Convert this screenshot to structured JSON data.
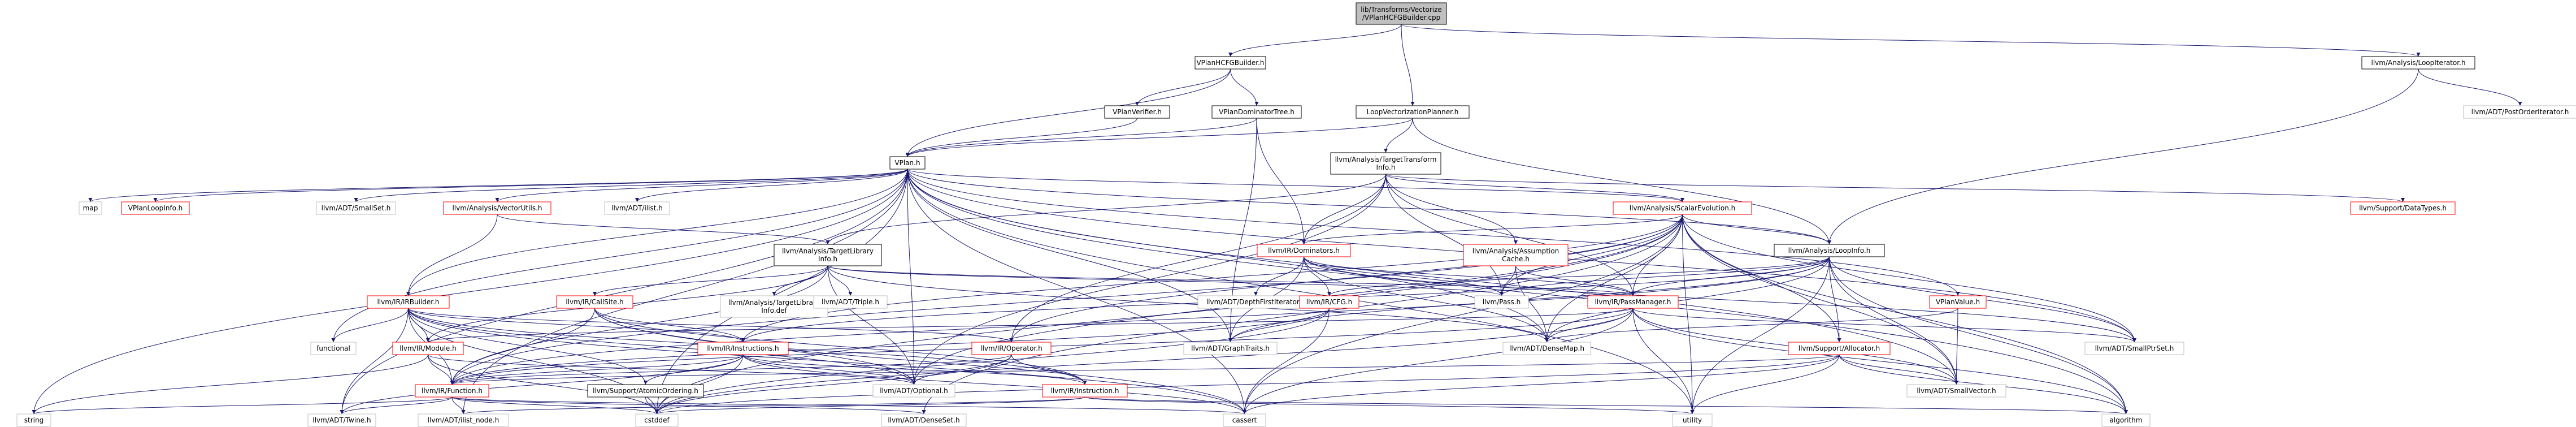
{
  "colors": {
    "edge": "#191970",
    "root_fill": "#bfbfbf",
    "node_border": "#000000",
    "link_border": "#ff0000",
    "plain_border": "#bfbfbf",
    "text": "#000000"
  },
  "nodes": [
    {
      "id": "root",
      "lines": [
        "lib/Transforms/Vectorize",
        "/VPlanHCFGBuilder.cpp"
      ],
      "kind": "root"
    },
    {
      "id": "vplanhcfgbuilder_h",
      "lines": [
        "VPlanHCFGBuilder.h"
      ],
      "kind": "normal"
    },
    {
      "id": "loopvect_h",
      "lines": [
        "LoopVectorizationPlanner.h"
      ],
      "kind": "normal"
    },
    {
      "id": "loopiterator_h",
      "lines": [
        "llvm/Analysis/LoopIterator.h"
      ],
      "kind": "normal"
    },
    {
      "id": "vplanverifier_h",
      "lines": [
        "VPlanVerifier.h"
      ],
      "kind": "normal"
    },
    {
      "id": "vplandomtree_h",
      "lines": [
        "VPlanDominatorTree.h"
      ],
      "kind": "normal"
    },
    {
      "id": "postorder_h",
      "lines": [
        "llvm/ADT/PostOrderIterator.h"
      ],
      "kind": "plain"
    },
    {
      "id": "vplan_h",
      "lines": [
        "VPlan.h"
      ],
      "kind": "normal"
    },
    {
      "id": "tti_h",
      "lines": [
        "llvm/Analysis/TargetTransform",
        "Info.h"
      ],
      "kind": "normal"
    },
    {
      "id": "map",
      "lines": [
        "map"
      ],
      "kind": "plain"
    },
    {
      "id": "vplanloopinfo_h",
      "lines": [
        "VPlanLoopInfo.h"
      ],
      "kind": "link"
    },
    {
      "id": "smallset_h",
      "lines": [
        "llvm/ADT/SmallSet.h"
      ],
      "kind": "plain"
    },
    {
      "id": "vectorutils_h",
      "lines": [
        "llvm/Analysis/VectorUtils.h"
      ],
      "kind": "link"
    },
    {
      "id": "ilist_h",
      "lines": [
        "llvm/ADT/ilist.h"
      ],
      "kind": "plain"
    },
    {
      "id": "scev_h",
      "lines": [
        "llvm/Analysis/ScalarEvolution.h"
      ],
      "kind": "link"
    },
    {
      "id": "datatypes_h",
      "lines": [
        "llvm/Support/DataTypes.h"
      ],
      "kind": "link"
    },
    {
      "id": "targetlibinfo_h",
      "lines": [
        "llvm/Analysis/TargetLibrary",
        "Info.h"
      ],
      "kind": "normal"
    },
    {
      "id": "dominators_h",
      "lines": [
        "llvm/IR/Dominators.h"
      ],
      "kind": "link"
    },
    {
      "id": "assumptioncache_h",
      "lines": [
        "llvm/Analysis/Assumption",
        "Cache.h"
      ],
      "kind": "link"
    },
    {
      "id": "loopinfo_h",
      "lines": [
        "llvm/Analysis/LoopInfo.h"
      ],
      "kind": "normal"
    },
    {
      "id": "irbuilder_h",
      "lines": [
        "llvm/IR/IRBuilder.h"
      ],
      "kind": "link"
    },
    {
      "id": "callsite_h",
      "lines": [
        "llvm/IR/CallSite.h"
      ],
      "kind": "link"
    },
    {
      "id": "tlinfo_def",
      "lines": [
        "llvm/Analysis/TargetLibrary",
        "Info.def"
      ],
      "kind": "plain"
    },
    {
      "id": "triple_h",
      "lines": [
        "llvm/ADT/Triple.h"
      ],
      "kind": "plain"
    },
    {
      "id": "dfiterator_h",
      "lines": [
        "llvm/ADT/DepthFirstIterator.h"
      ],
      "kind": "plain"
    },
    {
      "id": "cfg_h",
      "lines": [
        "llvm/IR/CFG.h"
      ],
      "kind": "link"
    },
    {
      "id": "pass_h",
      "lines": [
        "llvm/Pass.h"
      ],
      "kind": "plain"
    },
    {
      "id": "passmanager_h",
      "lines": [
        "llvm/IR/PassManager.h"
      ],
      "kind": "link"
    },
    {
      "id": "vplanvalue_h",
      "lines": [
        "VPlanValue.h"
      ],
      "kind": "link"
    },
    {
      "id": "functional",
      "lines": [
        "functional"
      ],
      "kind": "plain"
    },
    {
      "id": "module_h",
      "lines": [
        "llvm/IR/Module.h"
      ],
      "kind": "link"
    },
    {
      "id": "instructions_h",
      "lines": [
        "llvm/IR/Instructions.h"
      ],
      "kind": "link"
    },
    {
      "id": "operator_h",
      "lines": [
        "llvm/IR/Operator.h"
      ],
      "kind": "link"
    },
    {
      "id": "graphtraits_h",
      "lines": [
        "llvm/ADT/GraphTraits.h"
      ],
      "kind": "plain"
    },
    {
      "id": "densemap_h",
      "lines": [
        "llvm/ADT/DenseMap.h"
      ],
      "kind": "plain"
    },
    {
      "id": "smallptrset_h",
      "lines": [
        "llvm/ADT/SmallPtrSet.h"
      ],
      "kind": "plain"
    },
    {
      "id": "allocator_h",
      "lines": [
        "llvm/Support/Allocator.h"
      ],
      "kind": "link"
    },
    {
      "id": "function_h",
      "lines": [
        "llvm/IR/Function.h"
      ],
      "kind": "link"
    },
    {
      "id": "atomicordering_h",
      "lines": [
        "llvm/Support/AtomicOrdering.h"
      ],
      "kind": "normal"
    },
    {
      "id": "optional_h",
      "lines": [
        "llvm/ADT/Optional.h"
      ],
      "kind": "plain"
    },
    {
      "id": "instruction_h",
      "lines": [
        "llvm/IR/Instruction.h"
      ],
      "kind": "link"
    },
    {
      "id": "smallvector_h",
      "lines": [
        "llvm/ADT/SmallVector.h"
      ],
      "kind": "plain"
    },
    {
      "id": "string",
      "lines": [
        "string"
      ],
      "kind": "plain"
    },
    {
      "id": "twine_h",
      "lines": [
        "llvm/ADT/Twine.h"
      ],
      "kind": "plain"
    },
    {
      "id": "ilist_node_h",
      "lines": [
        "llvm/ADT/ilist_node.h"
      ],
      "kind": "plain"
    },
    {
      "id": "cstddef",
      "lines": [
        "cstddef"
      ],
      "kind": "plain"
    },
    {
      "id": "denseset_h",
      "lines": [
        "llvm/ADT/DenseSet.h"
      ],
      "kind": "plain"
    },
    {
      "id": "cassert",
      "lines": [
        "cassert"
      ],
      "kind": "plain"
    },
    {
      "id": "utility",
      "lines": [
        "utility"
      ],
      "kind": "plain"
    },
    {
      "id": "algorithm",
      "lines": [
        "algorithm"
      ],
      "kind": "plain"
    }
  ],
  "edges": [
    [
      "root",
      "vplanhcfgbuilder_h"
    ],
    [
      "root",
      "loopvect_h"
    ],
    [
      "root",
      "loopiterator_h"
    ],
    [
      "vplanhcfgbuilder_h",
      "vplanverifier_h"
    ],
    [
      "vplanhcfgbuilder_h",
      "vplandomtree_h"
    ],
    [
      "vplanhcfgbuilder_h",
      "vplan_h"
    ],
    [
      "loopvect_h",
      "vplan_h"
    ],
    [
      "loopvect_h",
      "tti_h"
    ],
    [
      "loopvect_h",
      "loopinfo_h"
    ],
    [
      "loopiterator_h",
      "postorder_h"
    ],
    [
      "loopiterator_h",
      "loopinfo_h"
    ],
    [
      "vplanverifier_h",
      "vplan_h"
    ],
    [
      "vplandomtree_h",
      "vplan_h"
    ],
    [
      "vplandomtree_h",
      "dominators_h"
    ],
    [
      "vplandomtree_h",
      "graphtraits_h"
    ],
    [
      "vplan_h",
      "map"
    ],
    [
      "vplan_h",
      "vplanloopinfo_h"
    ],
    [
      "vplan_h",
      "smallset_h"
    ],
    [
      "vplan_h",
      "vectorutils_h"
    ],
    [
      "vplan_h",
      "ilist_h"
    ],
    [
      "vplan_h",
      "scev_h"
    ],
    [
      "vplan_h",
      "irbuilder_h"
    ],
    [
      "vplan_h",
      "vplanvalue_h"
    ],
    [
      "vplan_h",
      "functional"
    ],
    [
      "vplan_h",
      "string"
    ],
    [
      "vplan_h",
      "twine_h"
    ],
    [
      "vplan_h",
      "cstddef"
    ],
    [
      "vplan_h",
      "densemap_h"
    ],
    [
      "vplan_h",
      "graphtraits_h"
    ],
    [
      "vplan_h",
      "optional_h"
    ],
    [
      "vplan_h",
      "smallptrset_h"
    ],
    [
      "vplan_h",
      "smallvector_h"
    ],
    [
      "vplan_h",
      "cassert"
    ],
    [
      "vplan_h",
      "utility"
    ],
    [
      "vplan_h",
      "algorithm"
    ],
    [
      "vplan_h",
      "loopinfo_h"
    ],
    [
      "vplan_h",
      "ilist_node_h"
    ],
    [
      "tti_h",
      "datatypes_h"
    ],
    [
      "tti_h",
      "optional_h"
    ],
    [
      "tti_h",
      "pass_h"
    ],
    [
      "tti_h",
      "passmanager_h"
    ],
    [
      "tti_h",
      "operator_h"
    ],
    [
      "tti_h",
      "assumptioncache_h"
    ],
    [
      "tti_h",
      "dominators_h"
    ],
    [
      "tti_h",
      "scev_h"
    ],
    [
      "tti_h",
      "targetlibinfo_h"
    ],
    [
      "vectorutils_h",
      "irbuilder_h"
    ],
    [
      "vectorutils_h",
      "targetlibinfo_h"
    ],
    [
      "scev_h",
      "loopinfo_h"
    ],
    [
      "scev_h",
      "dominators_h"
    ],
    [
      "scev_h",
      "pass_h"
    ],
    [
      "scev_h",
      "passmanager_h"
    ],
    [
      "scev_h",
      "operator_h"
    ],
    [
      "scev_h",
      "function_h"
    ],
    [
      "scev_h",
      "densemap_h"
    ],
    [
      "scev_h",
      "smallptrset_h"
    ],
    [
      "scev_h",
      "smallvector_h"
    ],
    [
      "scev_h",
      "allocator_h"
    ],
    [
      "scev_h",
      "instructions_h"
    ],
    [
      "scev_h",
      "optional_h"
    ],
    [
      "scev_h",
      "denseset_h"
    ],
    [
      "scev_h",
      "cassert"
    ],
    [
      "scev_h",
      "utility"
    ],
    [
      "scev_h",
      "algorithm"
    ],
    [
      "scev_h",
      "cstddef"
    ],
    [
      "targetlibinfo_h",
      "tlinfo_def"
    ],
    [
      "targetlibinfo_h",
      "triple_h"
    ],
    [
      "targetlibinfo_h",
      "callsite_h"
    ],
    [
      "targetlibinfo_h",
      "module_h"
    ],
    [
      "targetlibinfo_h",
      "function_h"
    ],
    [
      "targetlibinfo_h",
      "optional_h"
    ],
    [
      "targetlibinfo_h",
      "densemap_h"
    ],
    [
      "targetlibinfo_h",
      "pass_h"
    ],
    [
      "targetlibinfo_h",
      "passmanager_h"
    ],
    [
      "dominators_h",
      "cfg_h"
    ],
    [
      "dominators_h",
      "dfiterator_h"
    ],
    [
      "dominators_h",
      "graphtraits_h"
    ],
    [
      "dominators_h",
      "pass_h"
    ],
    [
      "dominators_h",
      "passmanager_h"
    ],
    [
      "dominators_h",
      "smallptrset_h"
    ],
    [
      "dominators_h",
      "densemap_h"
    ],
    [
      "assumptioncache_h",
      "pass_h"
    ],
    [
      "assumptioncache_h",
      "passmanager_h"
    ],
    [
      "assumptioncache_h",
      "densemap_h"
    ],
    [
      "loopinfo_h",
      "cfg_h"
    ],
    [
      "loopinfo_h",
      "pass_h"
    ],
    [
      "loopinfo_h",
      "passmanager_h"
    ],
    [
      "loopinfo_h",
      "densemap_h"
    ],
    [
      "loopinfo_h",
      "smallptrset_h"
    ],
    [
      "loopinfo_h",
      "smallvector_h"
    ],
    [
      "loopinfo_h",
      "allocator_h"
    ],
    [
      "loopinfo_h",
      "instructions_h"
    ],
    [
      "loopinfo_h",
      "graphtraits_h"
    ],
    [
      "loopinfo_h",
      "algorithm"
    ],
    [
      "loopinfo_h",
      "utility"
    ],
    [
      "loopinfo_h",
      "function_h"
    ],
    [
      "irbuilder_h",
      "module_h"
    ],
    [
      "irbuilder_h",
      "function_h"
    ],
    [
      "irbuilder_h",
      "instructions_h"
    ],
    [
      "irbuilder_h",
      "operator_h"
    ],
    [
      "irbuilder_h",
      "functional"
    ],
    [
      "irbuilder_h",
      "atomicordering_h"
    ],
    [
      "irbuilder_h",
      "optional_h"
    ],
    [
      "irbuilder_h",
      "instruction_h"
    ],
    [
      "irbuilder_h",
      "cstddef"
    ],
    [
      "irbuilder_h",
      "twine_h"
    ],
    [
      "irbuilder_h",
      "cassert"
    ],
    [
      "callsite_h",
      "function_h"
    ],
    [
      "callsite_h",
      "instructions_h"
    ],
    [
      "callsite_h",
      "optional_h"
    ],
    [
      "callsite_h",
      "instruction_h"
    ],
    [
      "callsite_h",
      "cassert"
    ],
    [
      "cfg_h",
      "graphtraits_h"
    ],
    [
      "cfg_h",
      "function_h"
    ],
    [
      "cfg_h",
      "cassert"
    ],
    [
      "cfg_h",
      "cstddef"
    ],
    [
      "passmanager_h",
      "module_h"
    ],
    [
      "passmanager_h",
      "function_h"
    ],
    [
      "passmanager_h",
      "densemap_h"
    ],
    [
      "passmanager_h",
      "smallptrset_h"
    ],
    [
      "passmanager_h",
      "smallvector_h"
    ],
    [
      "passmanager_h",
      "cassert"
    ],
    [
      "passmanager_h",
      "utility"
    ],
    [
      "passmanager_h",
      "algorithm"
    ],
    [
      "passmanager_h",
      "cstddef"
    ],
    [
      "vplanvalue_h",
      "densemap_h"
    ],
    [
      "vplanvalue_h",
      "smallvector_h"
    ],
    [
      "module_h",
      "function_h"
    ],
    [
      "module_h",
      "string"
    ],
    [
      "module_h",
      "cstddef"
    ],
    [
      "module_h",
      "optional_h"
    ],
    [
      "instructions_h",
      "instruction_h"
    ],
    [
      "instructions_h",
      "atomicordering_h"
    ],
    [
      "instructions_h",
      "optional_h"
    ],
    [
      "instructions_h",
      "function_h"
    ],
    [
      "instructions_h",
      "twine_h"
    ],
    [
      "instructions_h",
      "cassert"
    ],
    [
      "instructions_h",
      "cstddef"
    ],
    [
      "operator_h",
      "instruction_h"
    ],
    [
      "operator_h",
      "optional_h"
    ],
    [
      "operator_h",
      "function_h"
    ],
    [
      "operator_h",
      "cstddef"
    ],
    [
      "allocator_h",
      "smallvector_h"
    ],
    [
      "allocator_h",
      "function_h"
    ],
    [
      "allocator_h",
      "cassert"
    ],
    [
      "allocator_h",
      "algorithm"
    ],
    [
      "allocator_h",
      "utility"
    ],
    [
      "allocator_h",
      "cstddef"
    ],
    [
      "function_h",
      "string"
    ],
    [
      "function_h",
      "twine_h"
    ],
    [
      "function_h",
      "ilist_node_h"
    ],
    [
      "function_h",
      "cstddef"
    ],
    [
      "function_h",
      "cassert"
    ],
    [
      "function_h",
      "denseset_h"
    ],
    [
      "atomicordering_h",
      "cstddef"
    ],
    [
      "instruction_h",
      "ilist_node_h"
    ],
    [
      "instruction_h",
      "cstddef"
    ],
    [
      "instruction_h",
      "utility"
    ],
    [
      "instruction_h",
      "algorithm"
    ]
  ]
}
